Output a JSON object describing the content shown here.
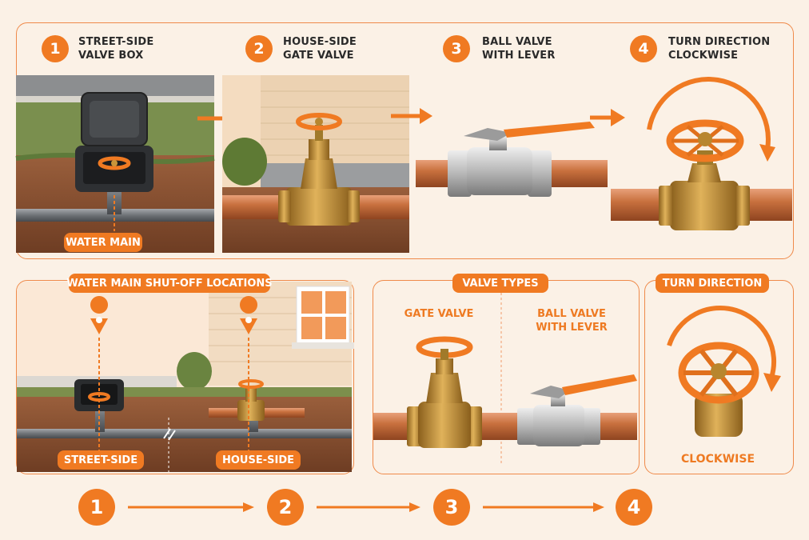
{
  "steps": [
    {
      "num": "1",
      "title": "STREET-SIDE\nVALVE BOX"
    },
    {
      "num": "2",
      "title": "HOUSE-SIDE\nGATE VALVE"
    },
    {
      "num": "3",
      "title": "BALL VALVE\nWITH LEVER"
    },
    {
      "num": "4",
      "title": "TURN DIRECTION\nCLOCKWISE"
    }
  ],
  "water_main_label": "WATER MAIN",
  "locations": {
    "title": "WATER MAIN SHUT-OFF LOCATIONS",
    "street_label": "STREET-SIDE",
    "house_label": "HOUSE-SIDE"
  },
  "valve_types": {
    "title": "VALVE TYPES",
    "gate_label": "GATE VALVE",
    "ball_label": "BALL VALVE\nWITH LEVER"
  },
  "turn_direction": {
    "title": "TURN DIRECTION",
    "label": "CLOCKWISE"
  },
  "sequence": [
    "1",
    "2",
    "3",
    "4"
  ],
  "colors": {
    "accent": "#f07a22",
    "copper": "#c8703e",
    "brass": "#c8953a",
    "background": "#fbf1e6"
  }
}
